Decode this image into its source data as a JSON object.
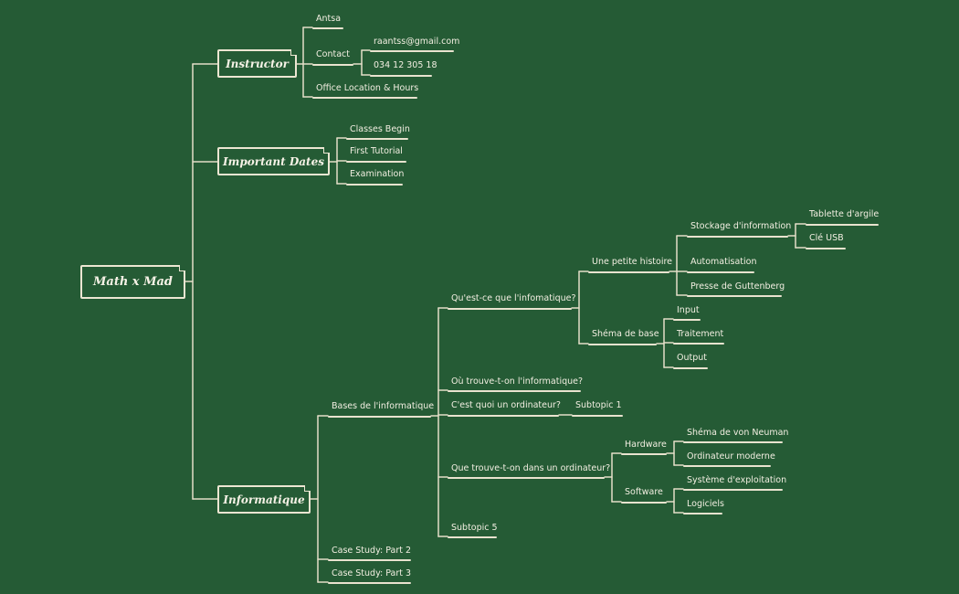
{
  "root": "Math x Mad",
  "branches": {
    "instructor": {
      "label": "Instructor",
      "name": "Antsa",
      "contact": "Contact",
      "email": "raantss@gmail.com",
      "phone": "034 12 305 18",
      "office": "Office Location & Hours"
    },
    "dates": {
      "label": "Important Dates",
      "classes_begin": "Classes Begin",
      "first_tutorial": "First Tutorial",
      "examination": "Examination"
    },
    "informatique": {
      "label": "Informatique",
      "bases": "Bases de l'informatique",
      "qu_est_ce": "Qu'est-ce que l'infomatique?",
      "petite_histoire": "Une petite histoire",
      "stockage": "Stockage d'information",
      "tablette": "Tablette d'argile",
      "cle_usb": "Clé USB",
      "automatisation": "Automatisation",
      "presse": "Presse de Guttenberg",
      "schema_base": "Shéma de base",
      "input": "Input",
      "traitement": "Traitement",
      "output": "Output",
      "ou_trouve": "Où trouve-t-on l'informatique?",
      "c_est_quoi": "C'est quoi un ordinateur?",
      "subtopic1": "Subtopic 1",
      "que_trouve": "Que trouve-t-on dans un ordinateur?",
      "hardware": "Hardware",
      "von_neuman": "Shéma de von Neuman",
      "ordi_moderne": "Ordinateur moderne",
      "software": "Software",
      "systeme": "Système d'exploitation",
      "logiciels": "Logiciels",
      "subtopic5": "Subtopic 5",
      "case2": "Case Study: Part 2",
      "case3": "Case Study: Part 3"
    }
  },
  "colors": {
    "background": "#255b35",
    "line": "#e9e3cf",
    "text": "#f3efe2"
  }
}
